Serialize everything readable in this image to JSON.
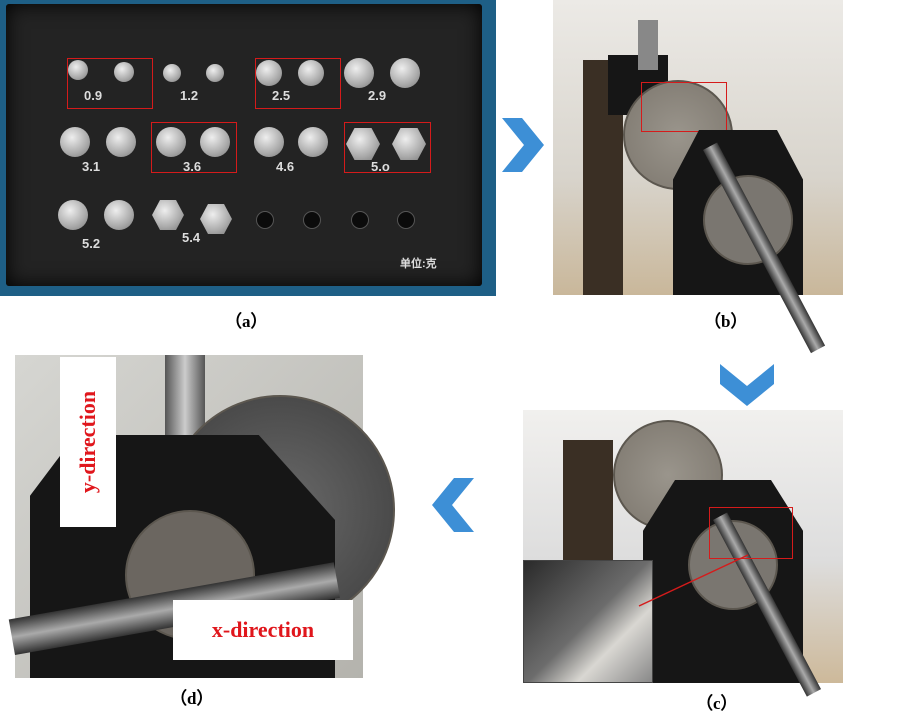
{
  "panels": {
    "a": {
      "caption": "（a）",
      "mass_labels": [
        "0.9",
        "1.2",
        "2.5",
        "2.9",
        "3.1",
        "3.6",
        "4.6",
        "5.o",
        "5.2",
        "5.4"
      ],
      "unit_label": "单位:克"
    },
    "b": {
      "caption": "（b）"
    },
    "c": {
      "caption": "（c）"
    },
    "d": {
      "caption": "（d）",
      "y_label": "y-direction",
      "x_label": "x-direction"
    }
  },
  "colors": {
    "arrow": "#3d8fd6",
    "highlight": "#d51b1b",
    "label_text": "#e0161c"
  }
}
